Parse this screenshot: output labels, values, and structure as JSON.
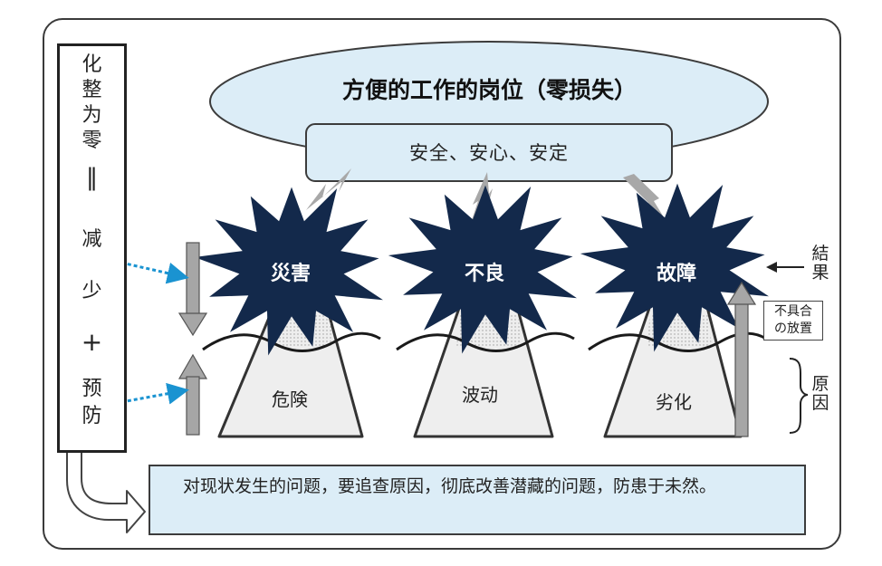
{
  "left_column": {
    "chars": [
      "化",
      "整",
      "为",
      "零",
      "‖",
      "减",
      "少",
      "+",
      "预",
      "防"
    ]
  },
  "goal": {
    "title": "方便的工作的岗位（零损失）",
    "subtitle": "安全、安心、安定"
  },
  "results": [
    {
      "label": "災害"
    },
    {
      "label": "不良"
    },
    {
      "label": "故障"
    }
  ],
  "causes": [
    {
      "label": "危険"
    },
    {
      "label": "波动"
    },
    {
      "label": "劣化"
    }
  ],
  "right_labels": {
    "result": "結果",
    "defect_line1": "不具合",
    "defect_line2": "の放置",
    "cause": "原因"
  },
  "bottom_text": "对现状发生的问题，要追查原因，彻底改善潜藏的问题，防患于未然。",
  "colors": {
    "burst_fill": "#13294b",
    "light_blue": "#dcedf7",
    "dashed_blue": "#1a93d1",
    "gray_arrow": "#a6a6a6",
    "mountain_fill": "#eeeeee"
  }
}
